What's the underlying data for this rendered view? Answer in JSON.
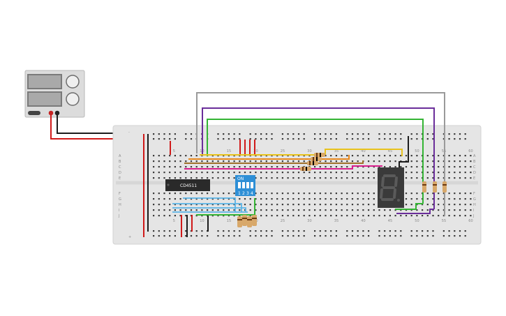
{
  "circuit": {
    "chip": {
      "label": "CD4511"
    },
    "dip_switch": {
      "on_label": "ON",
      "switch_numbers": [
        "1",
        "2",
        "3",
        "4"
      ]
    },
    "seven_segment": {
      "digit": "8"
    },
    "breadboard": {
      "row_letters_top": [
        "A",
        "B",
        "C",
        "D",
        "E"
      ],
      "row_letters_bottom": [
        "F",
        "G",
        "H",
        "I",
        "J"
      ],
      "column_numbers": [
        "5",
        "10",
        "15",
        "20",
        "25",
        "30",
        "35",
        "40",
        "45",
        "50",
        "55",
        "60"
      ]
    },
    "power_supply": {
      "positive_rail": "+",
      "negative_rail": "-"
    },
    "colors": {
      "board": "#e5e5e5",
      "wire_red": "#d01919",
      "wire_black": "#1c1c1c",
      "wire_gray": "#9a9a9a",
      "wire_purple": "#6a2d9a",
      "wire_green": "#34b434",
      "wire_yellow": "#e8c21c",
      "wire_orange": "#e8871c",
      "wire_brown": "#a0722c",
      "wire_magenta": "#d81e8c",
      "wire_blue": "#5ab4e6",
      "chip_body": "#2a2a2a",
      "dip_body": "#2e8fd6",
      "display_body": "#3a3a3a"
    }
  }
}
